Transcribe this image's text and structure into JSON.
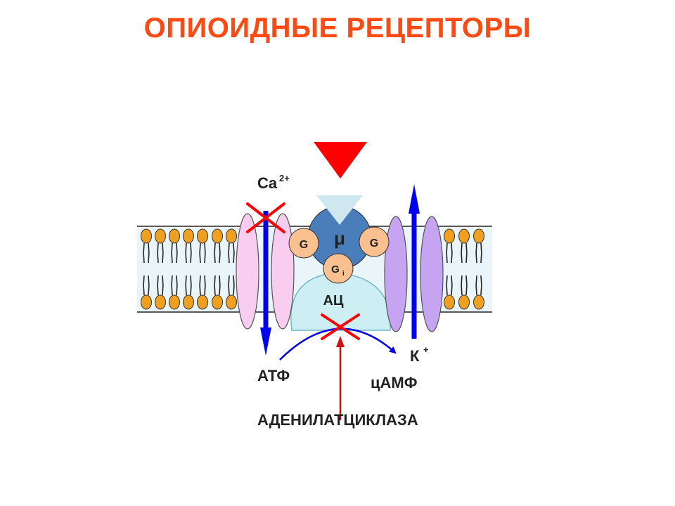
{
  "title": "ОПИОИДНЫЕ РЕЦЕПТОРЫ",
  "labels": {
    "calcium": "Ca",
    "calcium_charge": "2+",
    "receptor": "μ",
    "g_left": "G",
    "g_right": "G",
    "gi": "G",
    "gi_sub": "i",
    "ac": "АЦ",
    "potassium": "К",
    "potassium_charge": "+",
    "atp": "АТФ",
    "camp": "цАМФ",
    "enzyme": "АДЕНИЛАТЦИКЛАЗА"
  },
  "colors": {
    "title": "#ff4a14",
    "ligand": "#ff0000",
    "receptor": "#4a7ebb",
    "binding_site": "#cfe8f0",
    "g_protein": "#fac090",
    "adenylate_cyclase": "#cdeef2",
    "ca_channel": "#f8cdf0",
    "k_channel": "#c6a4f2",
    "arrow_blue": "#0000ee",
    "inhibition_cross": "#ff0000",
    "lipid_head": "#f0a020",
    "membrane_band": "#d8ecf6"
  }
}
